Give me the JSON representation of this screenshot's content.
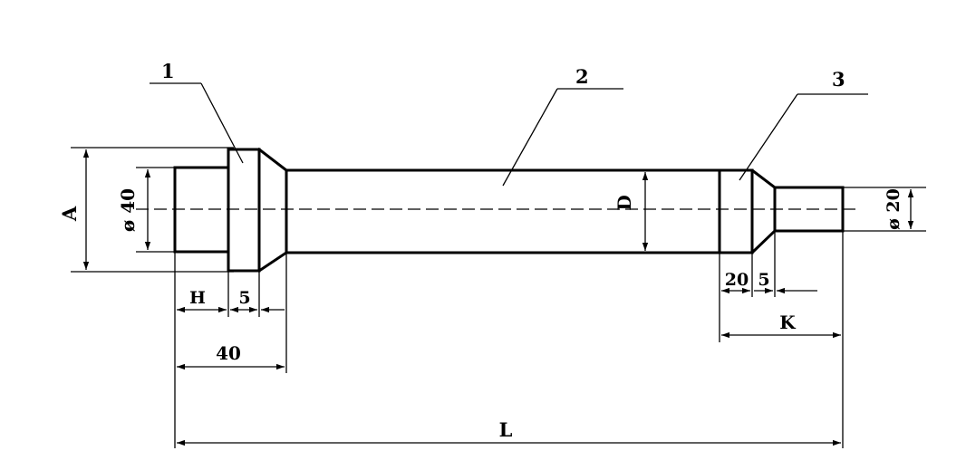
{
  "callouts": [
    {
      "label": "1"
    },
    {
      "label": "2"
    },
    {
      "label": "3"
    }
  ],
  "dimensions": {
    "a": "A",
    "d40": "ø 40",
    "h": "H",
    "w5_left": "5",
    "len40": "40",
    "d": "D",
    "w20": "20",
    "w5_right": "5",
    "k": "K",
    "d20": "ø 20",
    "l": "L"
  }
}
